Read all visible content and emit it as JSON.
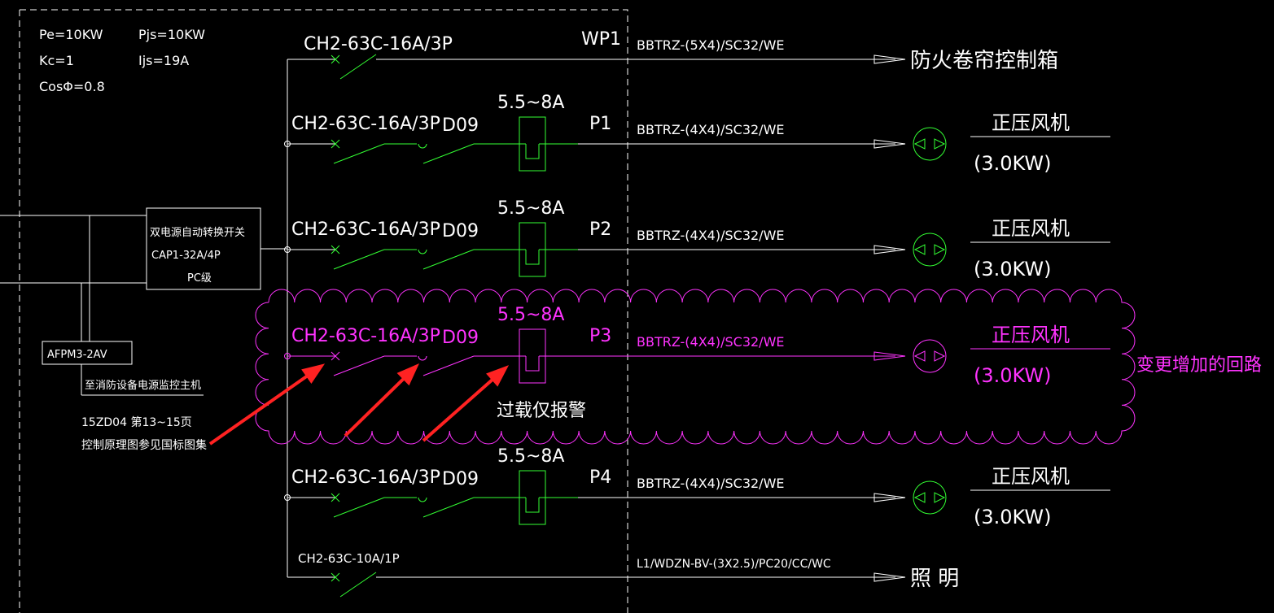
{
  "params": {
    "pe": "Pe=10KW",
    "kc": "Kc=1",
    "cos": "CosΦ=0.8",
    "pjs": "Pjs=10KW",
    "ijs": "Ijs=19A"
  },
  "ats": {
    "line1": "双电源自动转换开关",
    "line2": "CAP1-32A/4P",
    "line3": "PC级"
  },
  "monitor": {
    "box": "AFPM3-2AV",
    "label": "至消防设备电源监控主机",
    "note1": "15ZD04 第13~15页",
    "note2": "控制原理图参见国标图集"
  },
  "circuits": [
    {
      "id": "WP1",
      "breaker": "CH2-63C-16A/3P",
      "cable": "BBTRZ-(5X4)/SC32/WE",
      "load": "防火卷帘控制箱"
    },
    {
      "id": "P1",
      "breaker": "CH2-63C-16A/3P",
      "contactor": "D09",
      "relay": "5.5~8A",
      "cable": "BBTRZ-(4X4)/SC32/WE",
      "load": "正压风机",
      "power": "(3.0KW)"
    },
    {
      "id": "P2",
      "breaker": "CH2-63C-16A/3P",
      "contactor": "D09",
      "relay": "5.5~8A",
      "cable": "BBTRZ-(4X4)/SC32/WE",
      "load": "正压风机",
      "power": "(3.0KW)"
    },
    {
      "id": "P3",
      "breaker": "CH2-63C-16A/3P",
      "contactor": "D09",
      "relay": "5.5~8A",
      "cable": "BBTRZ-(4X4)/SC32/WE",
      "load": "正压风机",
      "power": "(3.0KW)"
    },
    {
      "id": "P4",
      "breaker": "CH2-63C-16A/3P",
      "contactor": "D09",
      "relay": "5.5~8A",
      "cable": "BBTRZ-(4X4)/SC32/WE",
      "load": "正压风机",
      "power": "(3.0KW)"
    },
    {
      "id": "",
      "breaker": "CH2-63C-10A/1P",
      "cable": "L1/WDZN-BV-(3X2.5)/PC20/CC/WC",
      "load": "照 明"
    }
  ],
  "annotation": {
    "overload": "过载仅报警",
    "change": "变更增加的回路"
  },
  "colors": {
    "line": "#ffffff",
    "device": "#33ff33",
    "highlight": "#ff33ff",
    "arrow": "#ff2222"
  }
}
